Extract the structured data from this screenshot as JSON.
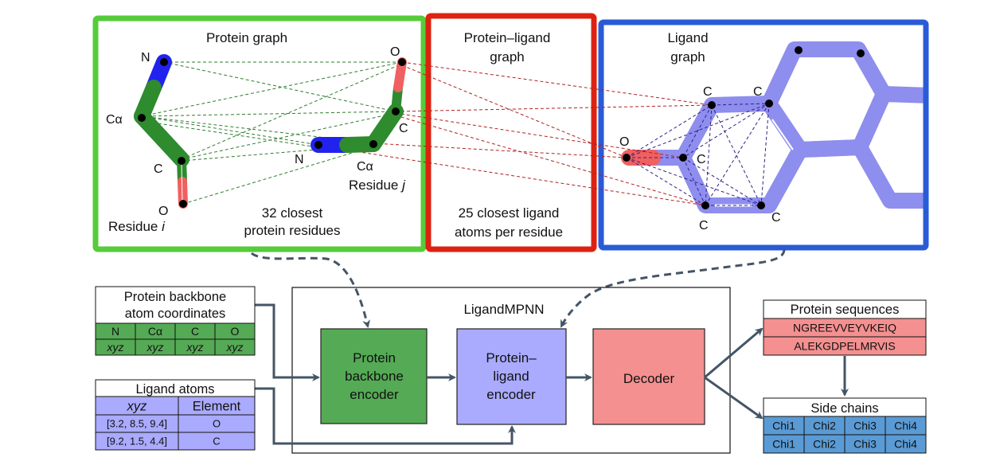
{
  "colors": {
    "protein_green": "#55cc3a",
    "protein_ligand_red": "#dd2211",
    "ligand_blue": "#2a5bd7",
    "backbone_green": "#2e8b2e",
    "nitrogen_blue": "#2222ee",
    "oxygen_red": "#f06060",
    "ligand_purple": "#8888ee",
    "encoder_green": "#55aa55",
    "encoder_purple": "#aaaaff",
    "decoder_pink": "#f49090",
    "sidechain_blue": "#5a9bd5",
    "arrow_slate": "#445566"
  },
  "protein_graph": {
    "title": "Protein graph",
    "residue_i": {
      "label_prefix": "Residue ",
      "label_index": "i",
      "atoms": {
        "N": "N",
        "CA": "Cα",
        "C": "C",
        "O": "O"
      }
    },
    "residue_j": {
      "label_prefix": "Residue ",
      "label_index": "j",
      "atoms": {
        "N": "N",
        "CA": "Cα",
        "C": "C",
        "O": "O"
      }
    },
    "caption_line1": "32 closest",
    "caption_line2": "protein residues"
  },
  "protein_ligand_graph": {
    "title_line1": "Protein–ligand",
    "title_line2": "graph",
    "caption_line1": "25 closest ligand",
    "caption_line2": "atoms per residue"
  },
  "ligand_graph": {
    "title_line1": "Ligand",
    "title_line2": "graph",
    "atoms": [
      "O",
      "C",
      "C",
      "C",
      "C",
      "C"
    ]
  },
  "model": {
    "title": "LigandMPNN",
    "backbone_encoder": [
      "Protein",
      "backbone",
      "encoder"
    ],
    "pl_encoder": [
      "Protein–",
      "ligand",
      "encoder"
    ],
    "decoder": "Decoder"
  },
  "inputs": {
    "backbone_table": {
      "title_line1": "Protein backbone",
      "title_line2": "atom coordinates",
      "headers": [
        "N",
        "Cα",
        "C",
        "O"
      ],
      "row": [
        "xyz",
        "xyz",
        "xyz",
        "xyz"
      ]
    },
    "ligand_table": {
      "title": "Ligand atoms",
      "headers": [
        "xyz",
        "Element"
      ],
      "rows": [
        [
          "[3.2, 8.5, 9.4]",
          "O"
        ],
        [
          "[9.2, 1.5, 4.4]",
          "C"
        ]
      ]
    }
  },
  "outputs": {
    "sequences": {
      "title": "Protein sequences",
      "rows": [
        "NGREEVVEYVKEIQ",
        "ALEKGDPELMRVIS"
      ]
    },
    "side_chains": {
      "title": "Side chains",
      "rows": [
        [
          "Chi1",
          "Chi2",
          "Chi3",
          "Chi4"
        ],
        [
          "Chi1",
          "Chi2",
          "Chi3",
          "Chi4"
        ]
      ]
    }
  }
}
